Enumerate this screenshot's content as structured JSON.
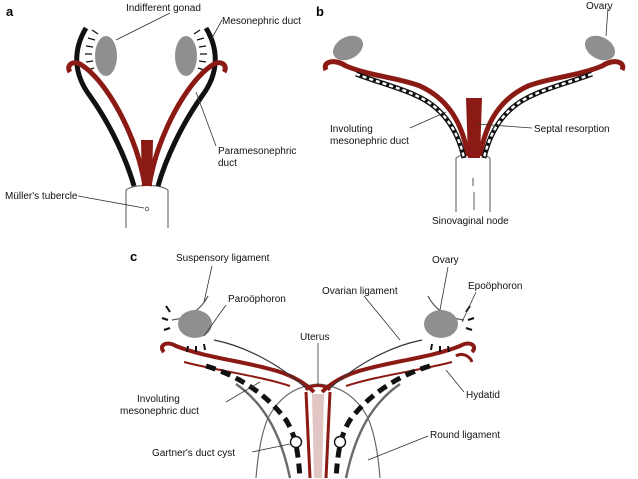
{
  "colors": {
    "paramesonephric": "#8b1a14",
    "mesonephric": "#111111",
    "gonad": "#8f8f8f",
    "outline": "#555555",
    "ligament": "#6a6a6a"
  },
  "panels": {
    "a": {
      "letter": "a",
      "labels": {
        "indifferent_gonad": "Indifferent gonad",
        "mesonephric_duct": "Mesonephric duct",
        "paramesonephric_duct_line1": "Paramesonephric",
        "paramesonephric_duct_line2": "duct",
        "mullers_tubercle": "Müller's tubercle"
      }
    },
    "b": {
      "letter": "b",
      "labels": {
        "ovary": "Ovary",
        "involuting_line1": "Involuting",
        "involuting_line2": "mesonephric duct",
        "septal_resorption": "Septal resorption",
        "sinovaginal_node": "Sinovaginal node"
      }
    },
    "c": {
      "letter": "c",
      "labels": {
        "suspensory_ligament": "Suspensory ligament",
        "ovary": "Ovary",
        "paroophoron": "Paroöphoron",
        "ovarian_ligament": "Ovarian ligament",
        "epoophoron": "Epoöphoron",
        "uterus": "Uterus",
        "involuting_line1": "Involuting",
        "involuting_line2": "mesonephric duct",
        "hydatid": "Hydatid",
        "round_ligament": "Round ligament",
        "gartners_duct_cyst": "Gartner's duct cyst"
      }
    }
  }
}
